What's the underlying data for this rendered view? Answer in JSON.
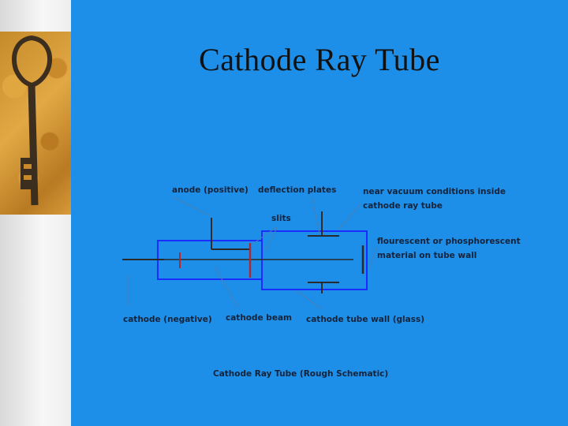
{
  "slide": {
    "title": "Cathode Ray Tube",
    "background_color": "#1e8fe8",
    "image": {
      "description_icon": "key-icon"
    }
  },
  "diagram": {
    "labels": {
      "anode": "anode (positive)",
      "deflection_plates": "deflection plates",
      "slits": "slits",
      "vacuum_line1": "near vacuum conditions inside",
      "vacuum_line2": "cathode ray tube",
      "phosphor_line1": "flourescent or phosphorescent",
      "phosphor_line2": "material on tube wall",
      "cathode": "cathode (negative)",
      "cathode_beam": "cathode beam",
      "tube_wall": "cathode tube wall (glass)",
      "caption": "Cathode Ray Tube (Rough Schematic)"
    },
    "colors": {
      "tube_outline": "#1b2cff",
      "slit": "#b3262a",
      "wire": "#2a2a2a",
      "leader": "#4a7fb5",
      "label": "#15233a"
    }
  }
}
